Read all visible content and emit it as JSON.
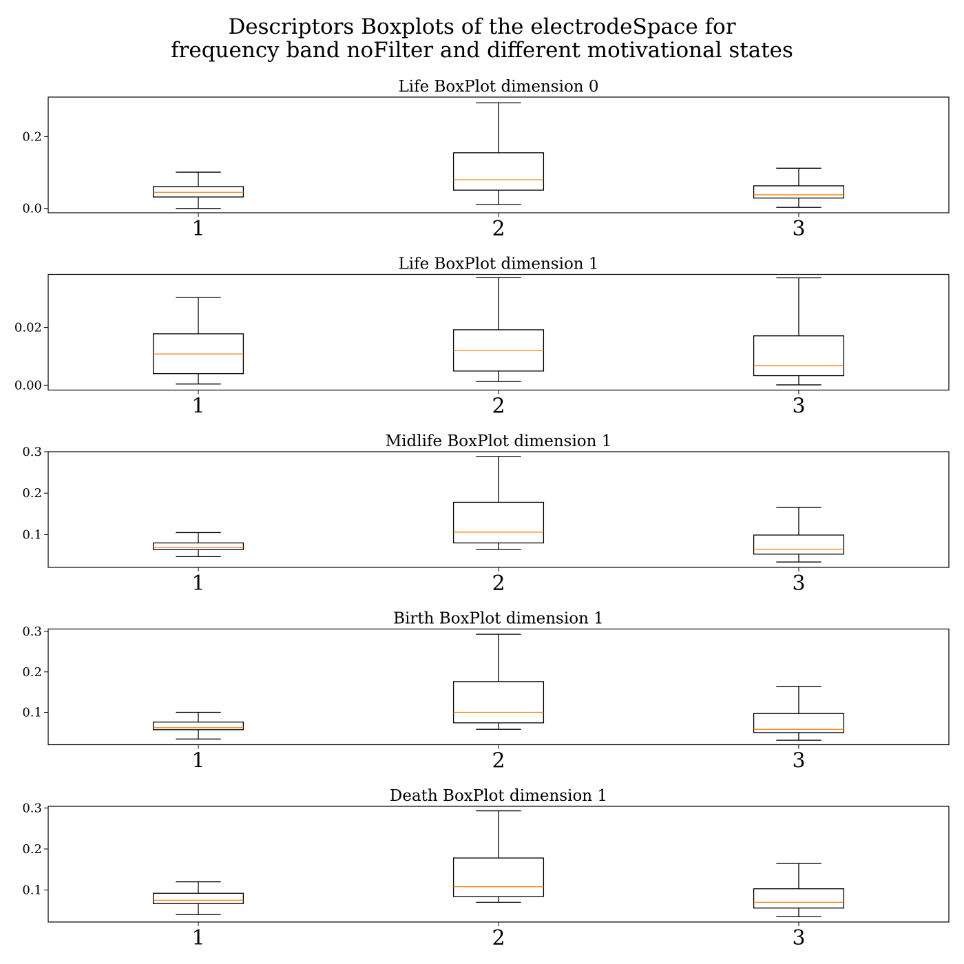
{
  "figure": {
    "title_line1": "Descriptors Boxplots of the electrodeSpace for",
    "title_line2": "frequency band noFilter and different motivational states"
  },
  "colors": {
    "box": "#000000",
    "median": "#ff7f0e",
    "background": "#ffffff"
  },
  "chart_data": [
    {
      "type": "boxplot",
      "title": "Life BoxPlot dimension 0",
      "categories": [
        "1",
        "2",
        "3"
      ],
      "ylim": [
        -0.012,
        0.31
      ],
      "yticks": [
        0.0,
        0.2
      ],
      "ytick_labels": [
        "0.0",
        "0.2"
      ],
      "boxes": [
        {
          "label": "1",
          "whislo": 0.0,
          "q1": 0.032,
          "med": 0.045,
          "q3": 0.061,
          "whishi": 0.101
        },
        {
          "label": "2",
          "whislo": 0.011,
          "q1": 0.051,
          "med": 0.08,
          "q3": 0.155,
          "whishi": 0.294
        },
        {
          "label": "3",
          "whislo": 0.003,
          "q1": 0.029,
          "med": 0.038,
          "q3": 0.063,
          "whishi": 0.112
        }
      ]
    },
    {
      "type": "boxplot",
      "title": "Life BoxPlot dimension 1",
      "categories": [
        "1",
        "2",
        "3"
      ],
      "ylim": [
        -0.0017,
        0.0384
      ],
      "yticks": [
        0.0,
        0.02
      ],
      "ytick_labels": [
        "0.00",
        "0.02"
      ],
      "boxes": [
        {
          "label": "1",
          "whislo": 0.0004,
          "q1": 0.004,
          "med": 0.0108,
          "q3": 0.0178,
          "whishi": 0.0304
        },
        {
          "label": "2",
          "whislo": 0.0013,
          "q1": 0.0049,
          "med": 0.012,
          "q3": 0.0192,
          "whishi": 0.0373
        },
        {
          "label": "3",
          "whislo": 0.0001,
          "q1": 0.0033,
          "med": 0.0068,
          "q3": 0.0171,
          "whishi": 0.0372
        }
      ]
    },
    {
      "type": "boxplot",
      "title": "Midlife BoxPlot dimension 1",
      "categories": [
        "1",
        "2",
        "3"
      ],
      "ylim": [
        0.021,
        0.3
      ],
      "yticks": [
        0.1,
        0.2,
        0.3
      ],
      "ytick_labels": [
        "0.1",
        "0.2",
        "0.3"
      ],
      "boxes": [
        {
          "label": "1",
          "whislo": 0.047,
          "q1": 0.064,
          "med": 0.069,
          "q3": 0.08,
          "whishi": 0.105
        },
        {
          "label": "2",
          "whislo": 0.064,
          "q1": 0.08,
          "med": 0.106,
          "q3": 0.178,
          "whishi": 0.289
        },
        {
          "label": "3",
          "whislo": 0.034,
          "q1": 0.053,
          "med": 0.065,
          "q3": 0.099,
          "whishi": 0.166
        }
      ]
    },
    {
      "type": "boxplot",
      "title": "Birth BoxPlot dimension 1",
      "categories": [
        "1",
        "2",
        "3"
      ],
      "ylim": [
        0.02,
        0.306
      ],
      "yticks": [
        0.1,
        0.2,
        0.3
      ],
      "ytick_labels": [
        "0.1",
        "0.2",
        "0.3"
      ],
      "boxes": [
        {
          "label": "1",
          "whislo": 0.034,
          "q1": 0.057,
          "med": 0.062,
          "q3": 0.076,
          "whishi": 0.1
        },
        {
          "label": "2",
          "whislo": 0.058,
          "q1": 0.074,
          "med": 0.1,
          "q3": 0.176,
          "whishi": 0.293
        },
        {
          "label": "3",
          "whislo": 0.031,
          "q1": 0.05,
          "med": 0.058,
          "q3": 0.097,
          "whishi": 0.164
        }
      ]
    },
    {
      "type": "boxplot",
      "title": "Death BoxPlot dimension 1",
      "categories": [
        "1",
        "2",
        "3"
      ],
      "ylim": [
        0.022,
        0.304
      ],
      "yticks": [
        0.1,
        0.2,
        0.3
      ],
      "ytick_labels": [
        "0.1",
        "0.2",
        "0.3"
      ],
      "boxes": [
        {
          "label": "1",
          "whislo": 0.04,
          "q1": 0.067,
          "med": 0.075,
          "q3": 0.092,
          "whishi": 0.12
        },
        {
          "label": "2",
          "whislo": 0.07,
          "q1": 0.084,
          "med": 0.108,
          "q3": 0.178,
          "whishi": 0.293
        },
        {
          "label": "3",
          "whislo": 0.035,
          "q1": 0.056,
          "med": 0.07,
          "q3": 0.103,
          "whishi": 0.165
        }
      ]
    }
  ]
}
